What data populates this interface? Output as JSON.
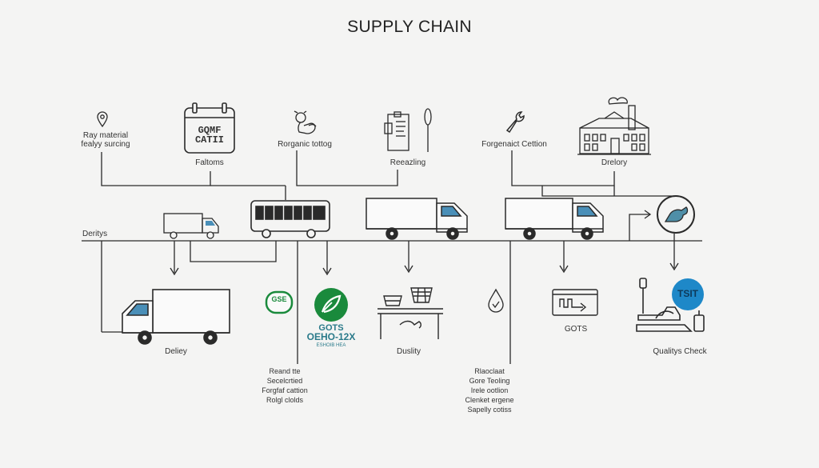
{
  "title": "SUPPLY CHAIN",
  "colors": {
    "line": "#2a2a2a",
    "accent_green": "#1a8a3c",
    "accent_blue": "#1e88c8",
    "teal": "#2a7a8a",
    "background": "#f4f4f3"
  },
  "top_stages": [
    {
      "icon": "map-pin-icon",
      "label_lines": [
        "Ray material",
        "fealyy surcing"
      ]
    },
    {
      "icon": "calendar-icon",
      "icon_text": [
        "GQMF",
        "CATII"
      ],
      "label": "Faltoms"
    },
    {
      "icon": "person-icon",
      "label": "Rorganic tottog"
    },
    {
      "icon": "clipboard-icon",
      "label": "Reeazling"
    },
    {
      "icon": "wrench-icon",
      "label": "Forgenaict Cettion"
    },
    {
      "icon": "factory-icon",
      "label": "Drelory"
    }
  ],
  "timeline_label": "Deritys",
  "vehicles": [
    {
      "icon": "delivery-truck-icon"
    },
    {
      "icon": "bus-icon"
    },
    {
      "icon": "truck-icon"
    },
    {
      "icon": "truck-icon"
    },
    {
      "icon": "quality-check-icon"
    }
  ],
  "bottom_stages": [
    {
      "icon": "delivery-truck-icon",
      "label": "Deliey"
    },
    {
      "icon": "eco-badge-icon",
      "badge_text": "GSE"
    },
    {
      "icon": "leaf-badge-icon",
      "badge_lines": [
        "GOTS",
        "OEHO-12X",
        "ESHOIB HEA"
      ]
    },
    {
      "icon": "workbench-icon",
      "label": "Duslity"
    },
    {
      "icon": "droplet-icon"
    },
    {
      "icon": "monitor-icon",
      "label": "GOTS"
    },
    {
      "icon": "lab-equipment-icon",
      "badge_text": "TSIT",
      "label": "Qualitys Check"
    }
  ],
  "notes": [
    {
      "lines": [
        "Reand tte",
        "Secelcrtied",
        "Forgfaf cattion",
        "Rolgl clolds"
      ]
    },
    {
      "lines": [
        "Rlaoclaat",
        "Gore Teoling",
        "Irele ootlion",
        "Clenket ergene",
        "Sapelly cotiss"
      ]
    }
  ]
}
